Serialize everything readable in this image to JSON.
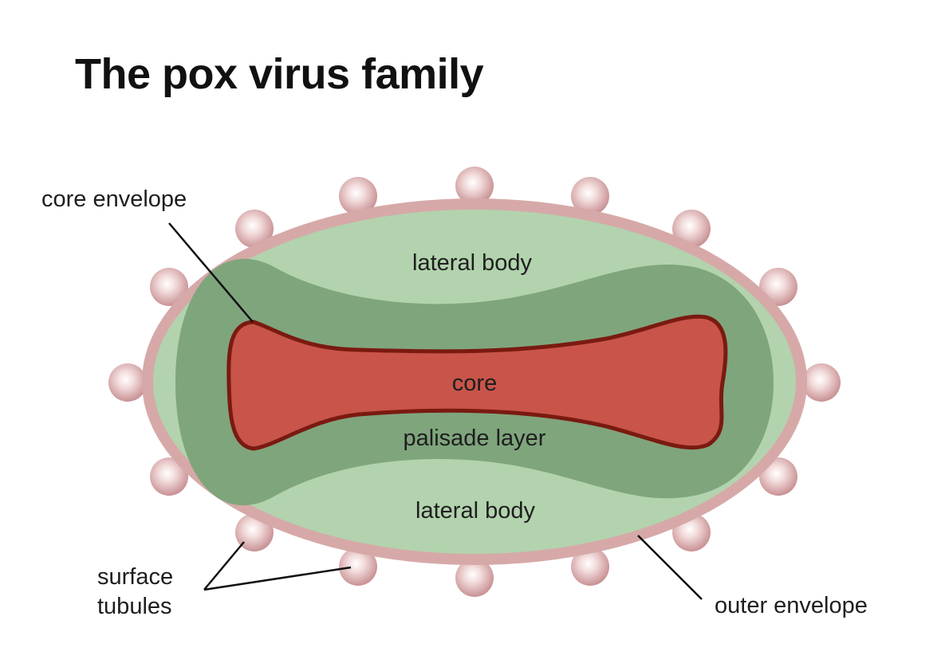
{
  "title": "The pox virus family",
  "labels": {
    "core_envelope": "core envelope",
    "lateral_body_top": "lateral body",
    "core": "core",
    "palisade_layer": "palisade layer",
    "lateral_body_bottom": "lateral body",
    "surface_tubules_line1": "surface",
    "surface_tubules_line2": "tubules",
    "outer_envelope": "outer envelope"
  },
  "colors": {
    "outer_envelope": "#d6a9a8",
    "lateral_body": "#b2d3ad",
    "palisade_layer": "#7fa57d",
    "core": "#c8544a",
    "core_outline": "#7a1a10",
    "tubule": "#d9a5a7"
  }
}
